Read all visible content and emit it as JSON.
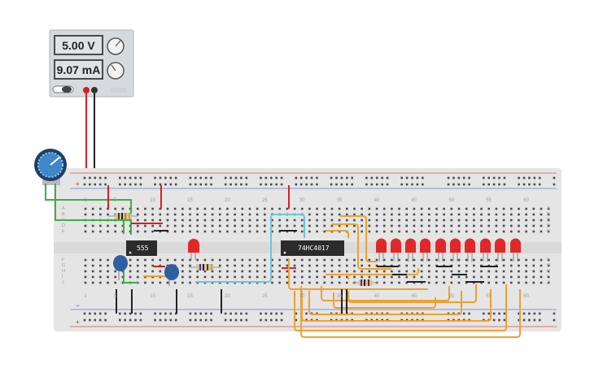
{
  "power_supply": {
    "voltage_display": "5.00 V",
    "current_display": "9.07 mA"
  },
  "chips": {
    "timer_label": "555",
    "counter_label": "74HC4017"
  },
  "breadboard": {
    "top_columns": [
      "1",
      "5",
      "10",
      "15",
      "20",
      "25",
      "30",
      "35",
      "40",
      "45",
      "50",
      "55",
      "60"
    ],
    "bottom_columns": [
      "1",
      "5",
      "10",
      "15",
      "20",
      "25",
      "30",
      "35",
      "40",
      "45",
      "50",
      "55",
      "60"
    ],
    "top_rows": [
      "A",
      "B",
      "C",
      "D",
      "E"
    ],
    "bottom_rows": [
      "F",
      "G",
      "H",
      "I",
      "J"
    ],
    "rail_plus": "+",
    "rail_minus": "−"
  },
  "colors": {
    "board": "#e5e5e5",
    "rail_red": "#d9534f",
    "rail_blue": "#5b7fc4",
    "wire_red": "#d62020",
    "wire_black": "#222222",
    "wire_green": "#3cb043",
    "wire_orange": "#f0a030",
    "wire_cyan": "#6cc6d8",
    "led": "#e02828",
    "capacitor": "#2f5fa0",
    "chip": "#2b2b2b"
  }
}
